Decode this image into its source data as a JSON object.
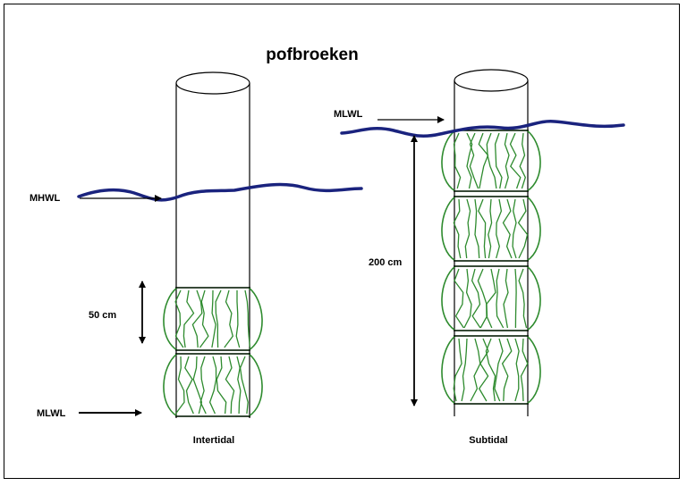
{
  "title": "pofbroeken",
  "left_panel": {
    "caption": "Intertidal",
    "water_level_label": "MHWL",
    "low_level_label": "MLWL",
    "dimension_label": "50 cm"
  },
  "right_panel": {
    "caption": "Subtidal",
    "water_level_label": "MLWL",
    "dimension_label": "200 cm"
  },
  "colors": {
    "water": "#1a237e",
    "mussel": "#2e8b2e",
    "line": "#000000"
  }
}
